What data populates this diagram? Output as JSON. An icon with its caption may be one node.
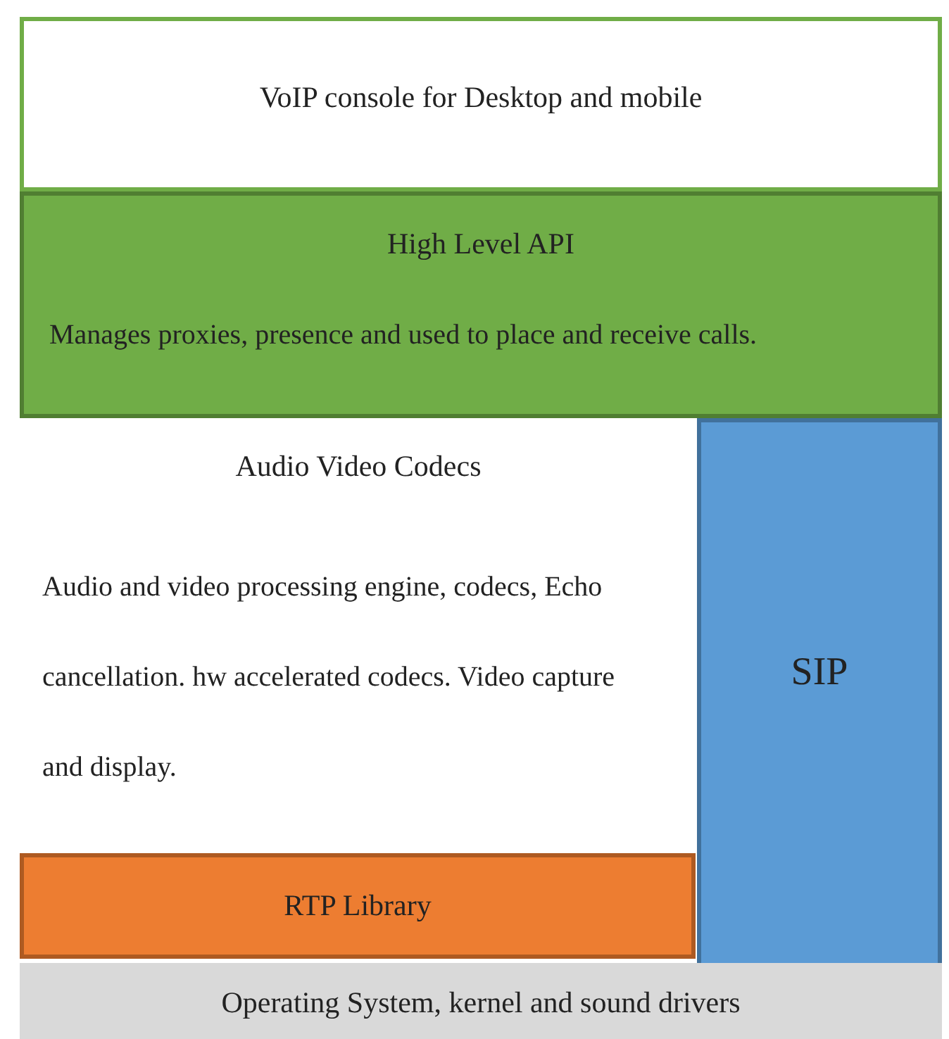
{
  "diagram": {
    "nodes": [
      {
        "text": [
          "VoIP console for Desktop and mobile"
        ]
      },
      {
        "text": [
          "High Level API",
          "Manages proxies, presence and used to place and receive calls."
        ]
      },
      {
        "text": [
          "Audio Video Codecs",
          "Audio and video processing engine, codecs, Echo cancellation. hw accelerated codecs. Video capture and display."
        ]
      },
      {
        "text": [
          "RTP Library"
        ]
      },
      {
        "text": [
          "SIP"
        ]
      },
      {
        "text": [
          "Operating System, kernel and sound drivers"
        ]
      }
    ],
    "edges": []
  }
}
